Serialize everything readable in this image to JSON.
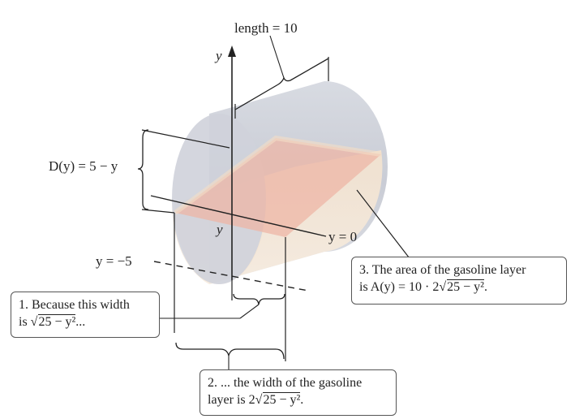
{
  "labels": {
    "length": "length = 10",
    "y_axis": "y",
    "depth": "D(y) = 5 − y",
    "y_inner": "y",
    "y_zero": "y = 0",
    "y_neg5": "y = −5"
  },
  "callouts": {
    "box1": {
      "line1": "1. Because this width",
      "line2_pre": "is ",
      "line2_rad": "25 − y²",
      "line2_post": "..."
    },
    "box2": {
      "line1": "2. ... the width of the gasoline",
      "line2_pre": "layer is 2",
      "line2_rad": "25 − y²",
      "line2_post": "."
    },
    "box3": {
      "line1": "3. The area of the gasoline layer",
      "line2_pre": "is A(y) = 10 · 2",
      "line2_rad": "25 − y²",
      "line2_post": "."
    }
  },
  "colors": {
    "cylinder": "#c7cbd4",
    "gasoline_layer": "#f2c7b8",
    "lower_fill": "#f3e2cc",
    "lines": "#222222"
  }
}
